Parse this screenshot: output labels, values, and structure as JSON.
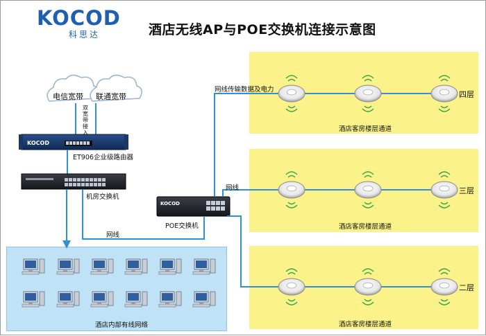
{
  "logo": {
    "brand": "KOCOD",
    "sub": "科思达"
  },
  "title": "酒店无线AP与POE交换机连接示意图",
  "clouds": [
    {
      "label": "电信宽带"
    },
    {
      "label": "联通宽带"
    }
  ],
  "labels": {
    "dual_wan": "双宽带接入",
    "router": "ET906企业级路由器",
    "room_switch": "机房交换机",
    "poe_switch": "POE交换机",
    "cable_data_power": "网线传输数据及电力",
    "cable_f3": "网线",
    "cable_lan": "网线",
    "lan_zone": "酒店内部有线网络"
  },
  "device_text": {
    "router_brand": "KOCOD",
    "poe_brand": "KOCOD"
  },
  "floors": [
    {
      "name": "四层",
      "corridor": "酒店客房楼层通道"
    },
    {
      "name": "三层",
      "corridor": "酒店客房楼层通道"
    },
    {
      "name": "二层",
      "corridor": "酒店客房楼层通道"
    }
  ],
  "colors": {
    "zone_yellow": "#fbf38a",
    "lan_blue": "#bfe2f6",
    "cable_blue": "#2f8fd8",
    "brand_blue": "#1f5fae",
    "wifi_green": "#3aa54a"
  },
  "icons": [
    "cloud-icon",
    "router-icon",
    "switch-icon",
    "poe-switch-icon",
    "ap-icon",
    "wifi-icon",
    "computer-icon",
    "arrow-icon"
  ]
}
